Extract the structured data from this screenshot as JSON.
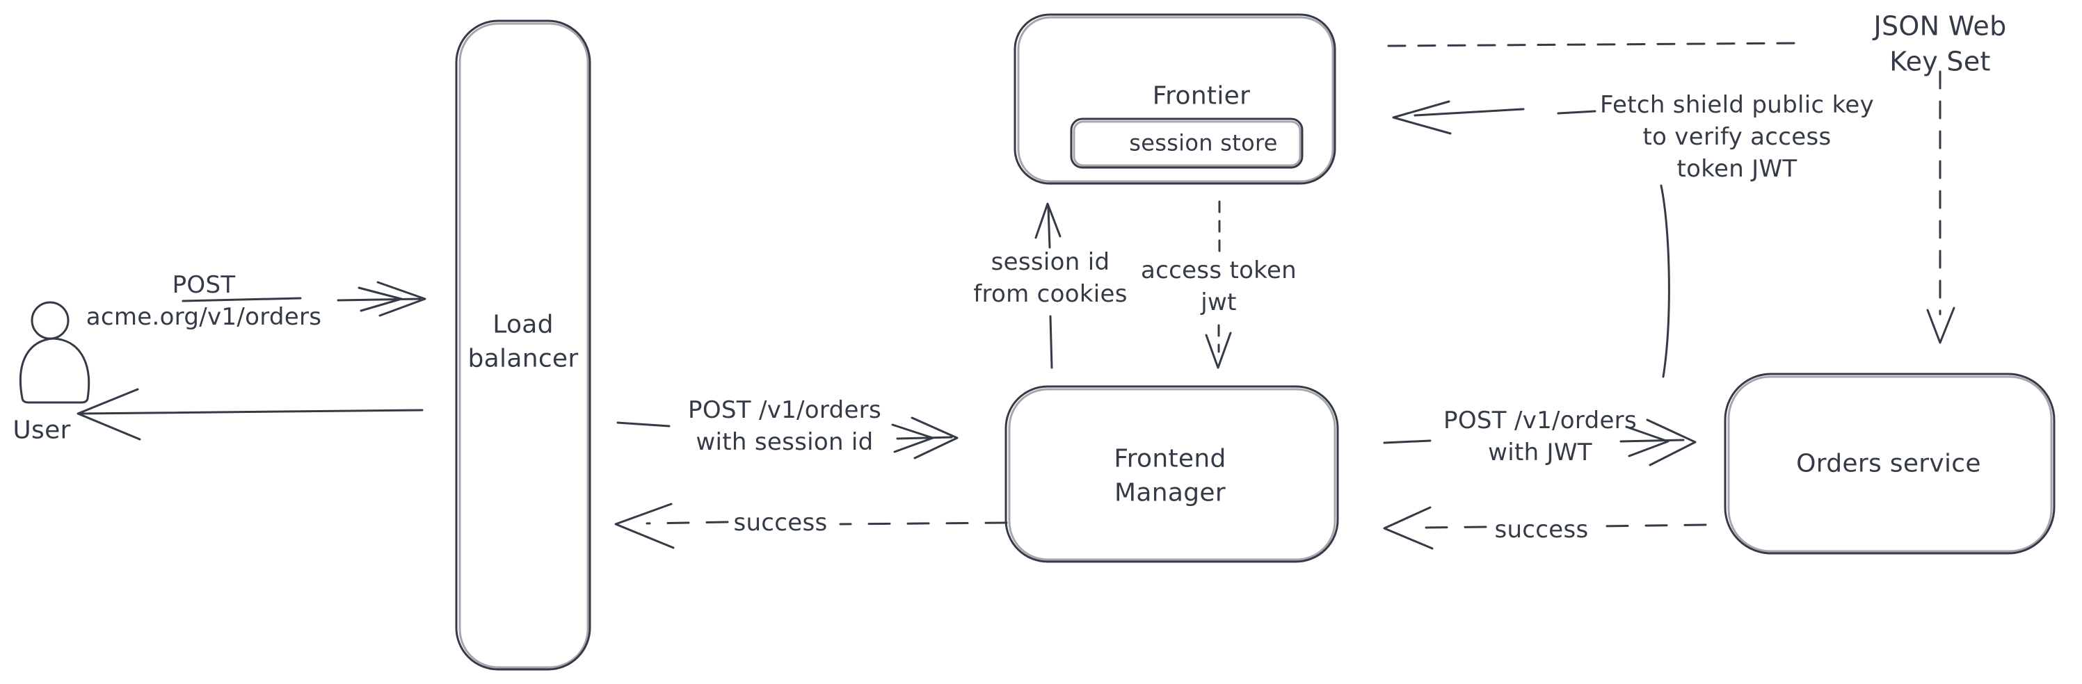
{
  "colors": {
    "ink": "#353b46",
    "figure_stroke": "#1b1e24",
    "hatch": "#ccd5de",
    "background": "#ffffff"
  },
  "nodes": {
    "user": {
      "label": "User",
      "icon": "person-icon"
    },
    "load_balancer": {
      "label": "Load\nbalancer"
    },
    "frontier": {
      "label": "Frontier"
    },
    "session_store": {
      "label": "session store"
    },
    "frontend_manager": {
      "label": "Frontend\nManager"
    },
    "orders_service": {
      "label": "Orders service"
    }
  },
  "edges": {
    "user_to_load_balancer": {
      "label": "POST\nacme.org/v1/orders",
      "line": "solid",
      "direction": "right"
    },
    "load_balancer_to_user": {
      "line": "solid",
      "direction": "left"
    },
    "load_balancer_to_frontend_manager": {
      "label": "POST /v1/orders\nwith session id",
      "line": "solid",
      "direction": "right"
    },
    "frontend_manager_to_load_balancer": {
      "label": "success",
      "line": "dashed",
      "direction": "left"
    },
    "frontend_manager_to_frontier": {
      "label": "session id\nfrom cookies",
      "line": "solid",
      "direction": "up"
    },
    "frontier_to_frontend_manager": {
      "label": "access token\njwt",
      "line": "dashed",
      "direction": "down"
    },
    "frontend_manager_to_orders_service": {
      "label": "POST /v1/orders\nwith JWT",
      "line": "solid",
      "direction": "right"
    },
    "orders_service_to_frontend_manager": {
      "label": "success",
      "line": "dashed",
      "direction": "left"
    },
    "frontier_to_jwks": {
      "label": "JSON Web Key Set",
      "line": "dashed",
      "direction": "right"
    },
    "jwks_to_orders_service": {
      "line": "dashed",
      "direction": "down"
    },
    "orders_service_to_frontier": {
      "label": "Fetch shield public key\nto verify access\ntoken JWT",
      "line": "solid",
      "direction": "left"
    }
  }
}
